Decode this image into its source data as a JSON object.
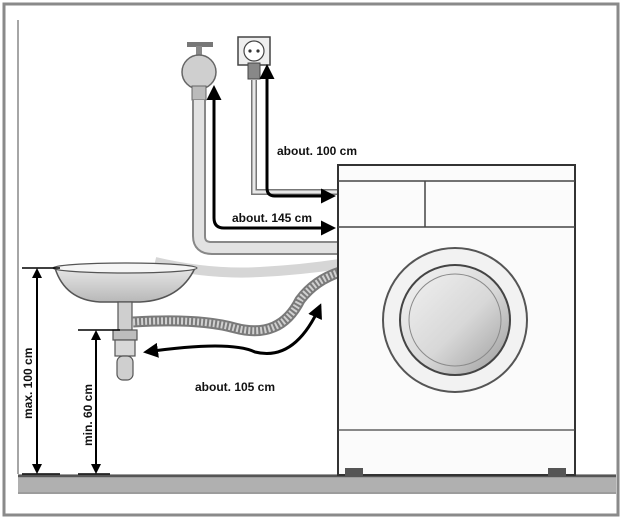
{
  "labels": {
    "socket_distance": "about. 100 cm",
    "tap_distance": "about. 145 cm",
    "drain_distance": "about. 105 cm",
    "max_height": "max. 100 cm",
    "min_height": "min. 60 cm"
  }
}
